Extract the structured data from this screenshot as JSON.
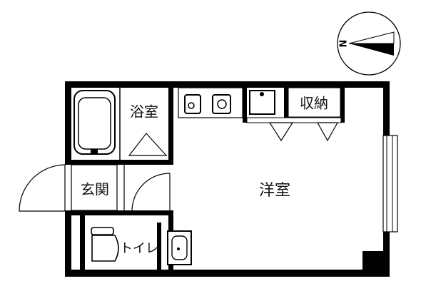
{
  "floor_plan": {
    "rooms": {
      "bathroom": "浴室",
      "entrance": "玄関",
      "toilet": "トイレ",
      "western_room": "洋室",
      "storage": "収納"
    },
    "compass": {
      "north_label": "N"
    }
  }
}
